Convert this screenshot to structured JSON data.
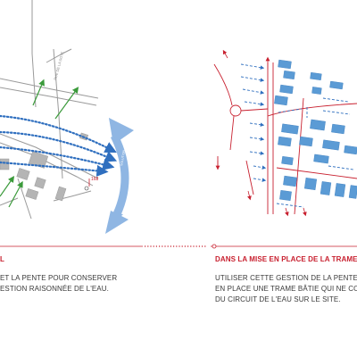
{
  "colors": {
    "accent_red": "#c8202f",
    "water_blue": "#2f6fbf",
    "building_blue": "#5b9bd5",
    "arrow_blue": "#8fb6e3",
    "vegetation_green": "#3a9a3a",
    "road_grey": "#9a9a9a",
    "building_grey": "#b5b5b5"
  },
  "left_map": {
    "street_label": "RUE DE LA SOTE",
    "arrow_label": "SOLUTION",
    "elevation_label": "168"
  },
  "footer": {
    "left_heading_fragment": "L",
    "left_text_lines": [
      "ET LA PENTE POUR CONSERVER",
      "ESTION RAISONNÉE DE L'EAU."
    ],
    "right_heading": "DANS LA MISE EN PLACE DE LA TRAME",
    "right_text_lines": [
      "UTILISER CETTE GESTION DE LA PENTE",
      "EN PLACE UNE TRAME BÂTIE QUI NE CO",
      "DU CIRCUIT DE L'EAU SUR LE SITE."
    ]
  }
}
